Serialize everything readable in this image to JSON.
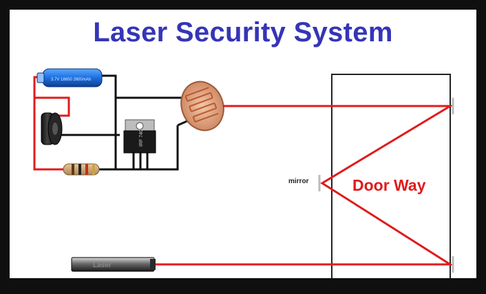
{
  "title": "Laser Security System",
  "labels": {
    "mirror": "mirror",
    "doorway": "Door Way",
    "laser": "Laser"
  },
  "components": {
    "battery_label": "3.7V 18650 2600mAh",
    "transistor_label": "IRF 740"
  },
  "colors": {
    "title": "#3535b8",
    "wire_red": "#e01b1b",
    "wire_black": "#111111",
    "laser_beam": "#e01b1b",
    "doorway_label": "#e01b1b"
  }
}
